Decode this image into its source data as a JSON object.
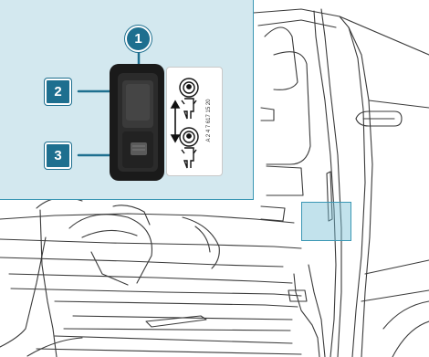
{
  "callouts": [
    {
      "number": "1",
      "part": "switch-upper-position"
    },
    {
      "number": "2",
      "part": "switch-upper-half"
    },
    {
      "number": "3",
      "part": "switch-lower-half"
    }
  ],
  "label": {
    "part_number": "A 2 4 7 617 15 20",
    "icons": [
      "child-seat-high-icon",
      "up-down-arrow-icon",
      "child-seat-low-icon"
    ]
  },
  "colors": {
    "inset_background": "#d3e8ef",
    "accent": "#1e6f8f",
    "highlight": "#3a97b4",
    "line_art": "#3a3a3a"
  }
}
